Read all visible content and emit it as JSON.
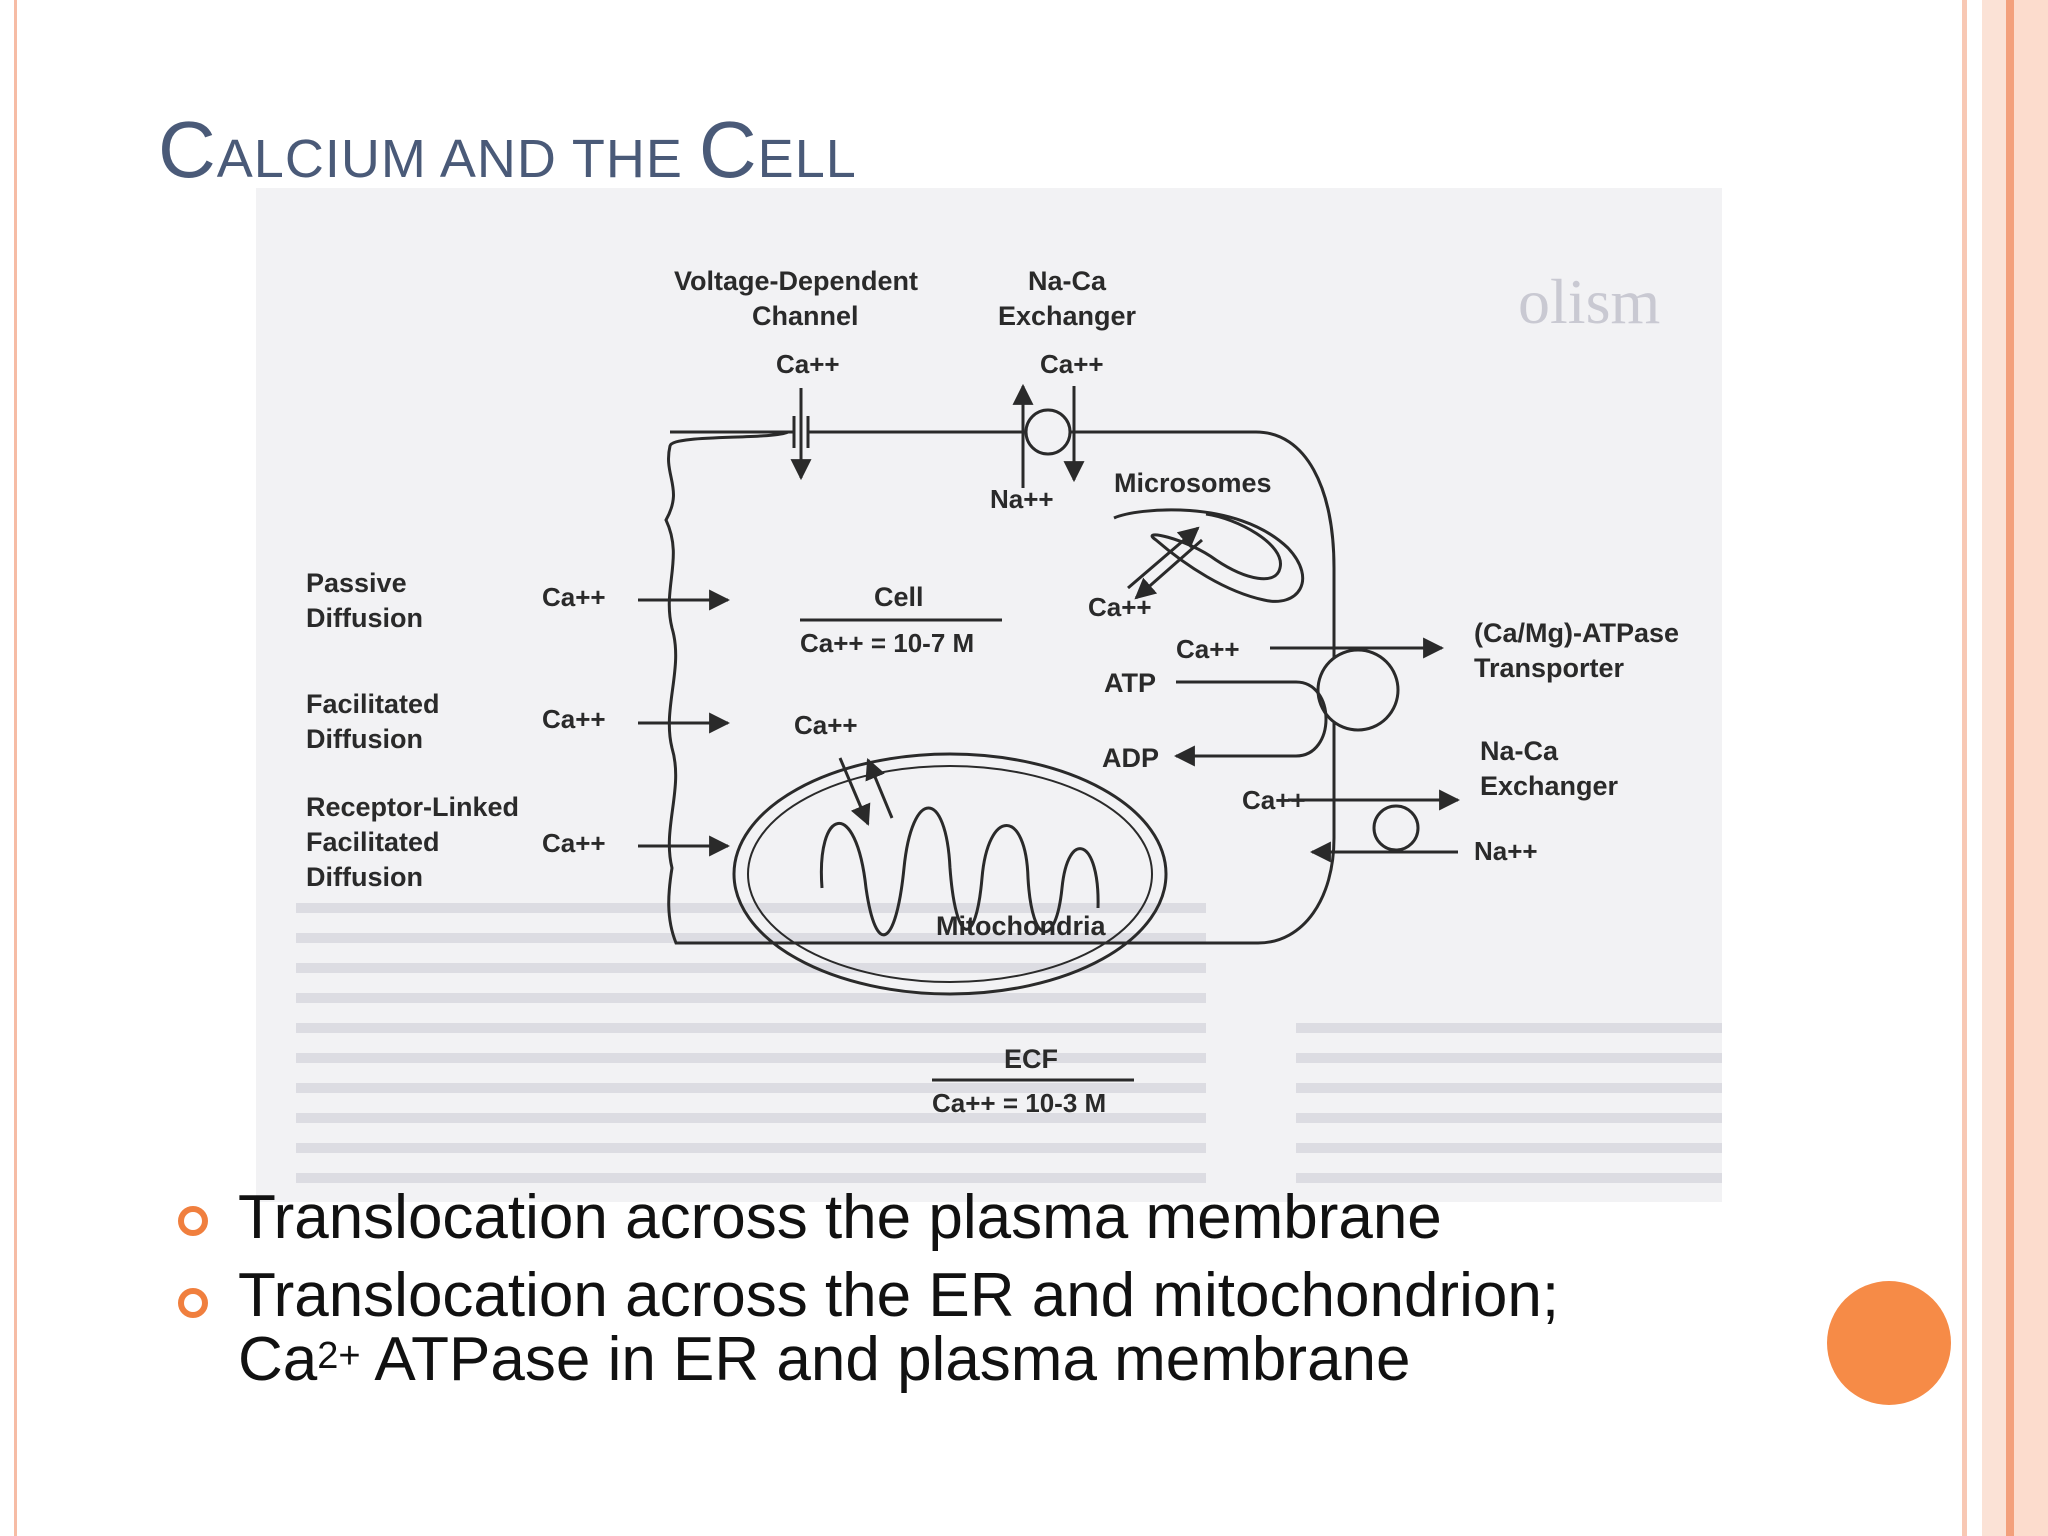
{
  "colors": {
    "title": "#4a5a78",
    "accent": "#f07f3e",
    "dot": "#f68b47"
  },
  "slide": {
    "title_first_c": "C",
    "title_rest": "ALCIUM AND THE ",
    "title_second_c": "C",
    "title_end": "ELL"
  },
  "diagram": {
    "top": {
      "vdc_line1": "Voltage-Dependent",
      "vdc_line2": "Channel",
      "vdc_ion": "Ca++",
      "naca_line1": "Na-Ca",
      "naca_line2": "Exchanger",
      "naca_ion": "Ca++",
      "naca_na": "Na++"
    },
    "microsomes": "Microsomes",
    "microsomes_ion": "Ca++",
    "left": {
      "passive_1": "Passive",
      "passive_2": "Diffusion",
      "facilitated_1": "Facilitated",
      "facilitated_2": "Diffusion",
      "receptor_1": "Receptor-Linked",
      "receptor_2": "Facilitated",
      "receptor_3": "Diffusion",
      "ion": "Ca++"
    },
    "cell": {
      "label": "Cell",
      "conc": "Ca++ =  10-7 M"
    },
    "mito": {
      "ion": "Ca++",
      "label": "Mitochondria"
    },
    "atpase": {
      "ion": "Ca++",
      "atp": "ATP",
      "adp": "ADP",
      "label_1": "(Ca/Mg)-ATPase",
      "label_2": "Transporter"
    },
    "naca2": {
      "ion": "Ca++",
      "na": "Na++",
      "label_1": "Na-Ca",
      "label_2": "Exchanger"
    },
    "ecf": {
      "label": "ECF",
      "conc": "Ca++ =  10-3 M"
    },
    "background": {
      "word": "olism"
    }
  },
  "bullets": {
    "item1": "Translocation across the plasma membrane",
    "item2_line1": "Translocation across the ER and mitochondrion;",
    "item2_ca": "Ca",
    "item2_sup": "2+",
    "item2_rest": " ATPase in ER and plasma membrane"
  }
}
